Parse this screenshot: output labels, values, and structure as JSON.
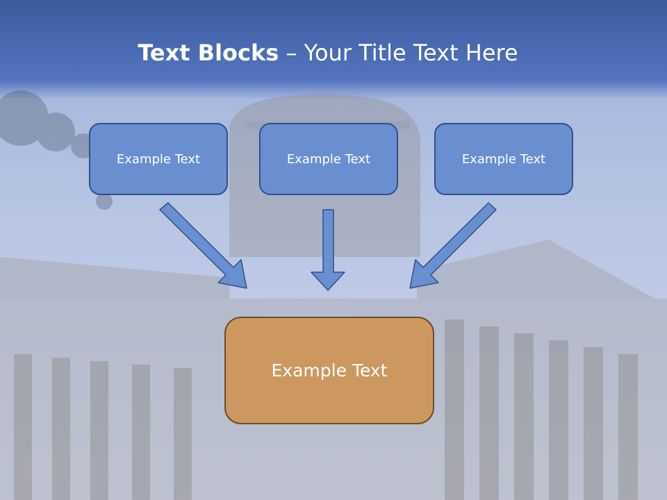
{
  "slide": {
    "title_bold": "Text Blocks",
    "title_rest": " – Your Title Text Here",
    "top_boxes": [
      {
        "text": "Example Text"
      },
      {
        "text": "Example Text"
      },
      {
        "text": "Example Text"
      }
    ],
    "bottom_box": {
      "text": "Example Text"
    }
  },
  "colors": {
    "header_blue": "#4a6fb8",
    "box_blue": "#6a8fd0",
    "box_blue_border": "#2f4f8c",
    "box_orange": "#cc9860",
    "box_orange_border": "#6e4c2a",
    "arrow_fill": "#6a8fd0"
  },
  "icons": {
    "arrows": [
      "arrow-down-right-icon",
      "arrow-down-icon",
      "arrow-down-left-icon"
    ]
  }
}
